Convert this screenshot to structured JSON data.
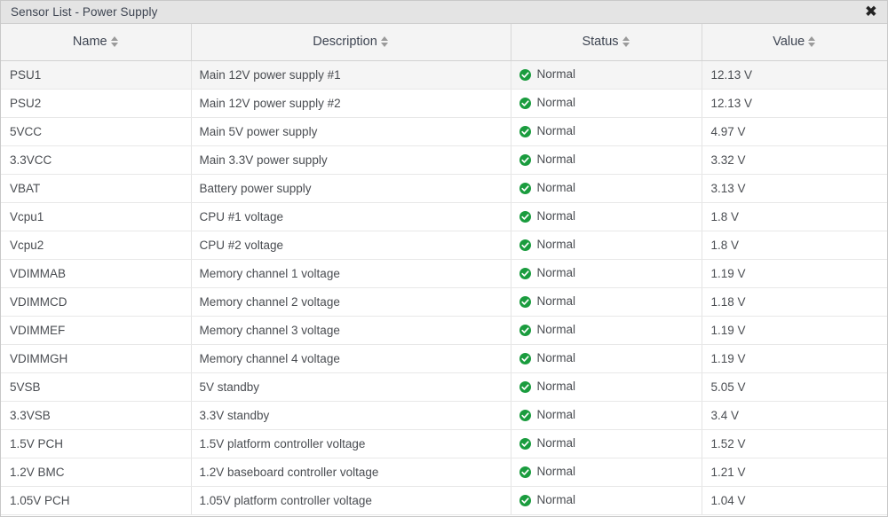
{
  "window": {
    "title": "Sensor List - Power Supply",
    "close_label": "✖",
    "close_icon": "close-icon"
  },
  "table": {
    "sort_icon": "sort-updown-icon",
    "columns": [
      {
        "key": "name",
        "label": "Name"
      },
      {
        "key": "description",
        "label": "Description"
      },
      {
        "key": "status",
        "label": "Status"
      },
      {
        "key": "value",
        "label": "Value"
      }
    ],
    "status_icon": "check-circle-icon",
    "status_color": "#1a9c3e",
    "highlight_color": "#f5f5f5",
    "rows": [
      {
        "name": "PSU1",
        "description": "Main 12V power supply #1",
        "status": "Normal",
        "value": "12.13 V",
        "highlighted": true
      },
      {
        "name": "PSU2",
        "description": "Main 12V power supply #2",
        "status": "Normal",
        "value": "12.13 V",
        "highlighted": false
      },
      {
        "name": "5VCC",
        "description": "Main 5V power supply",
        "status": "Normal",
        "value": "4.97 V",
        "highlighted": false
      },
      {
        "name": "3.3VCC",
        "description": "Main 3.3V power supply",
        "status": "Normal",
        "value": "3.32 V",
        "highlighted": false
      },
      {
        "name": "VBAT",
        "description": "Battery power supply",
        "status": "Normal",
        "value": "3.13 V",
        "highlighted": false
      },
      {
        "name": "Vcpu1",
        "description": "CPU #1 voltage",
        "status": "Normal",
        "value": "1.8 V",
        "highlighted": false
      },
      {
        "name": "Vcpu2",
        "description": "CPU #2 voltage",
        "status": "Normal",
        "value": "1.8 V",
        "highlighted": false
      },
      {
        "name": "VDIMMAB",
        "description": "Memory channel 1 voltage",
        "status": "Normal",
        "value": "1.19 V",
        "highlighted": false
      },
      {
        "name": "VDIMMCD",
        "description": "Memory channel 2 voltage",
        "status": "Normal",
        "value": "1.18 V",
        "highlighted": false
      },
      {
        "name": "VDIMMEF",
        "description": "Memory channel 3 voltage",
        "status": "Normal",
        "value": "1.19 V",
        "highlighted": false
      },
      {
        "name": "VDIMMGH",
        "description": "Memory channel 4 voltage",
        "status": "Normal",
        "value": "1.19 V",
        "highlighted": false
      },
      {
        "name": "5VSB",
        "description": "5V standby",
        "status": "Normal",
        "value": "5.05 V",
        "highlighted": false
      },
      {
        "name": "3.3VSB",
        "description": "3.3V standby",
        "status": "Normal",
        "value": "3.4 V",
        "highlighted": false
      },
      {
        "name": "1.5V PCH",
        "description": "1.5V platform controller voltage",
        "status": "Normal",
        "value": "1.52 V",
        "highlighted": false
      },
      {
        "name": "1.2V BMC",
        "description": "1.2V baseboard controller voltage",
        "status": "Normal",
        "value": "1.21 V",
        "highlighted": false
      },
      {
        "name": "1.05V PCH",
        "description": "1.05V platform controller voltage",
        "status": "Normal",
        "value": "1.04 V",
        "highlighted": false
      }
    ]
  }
}
